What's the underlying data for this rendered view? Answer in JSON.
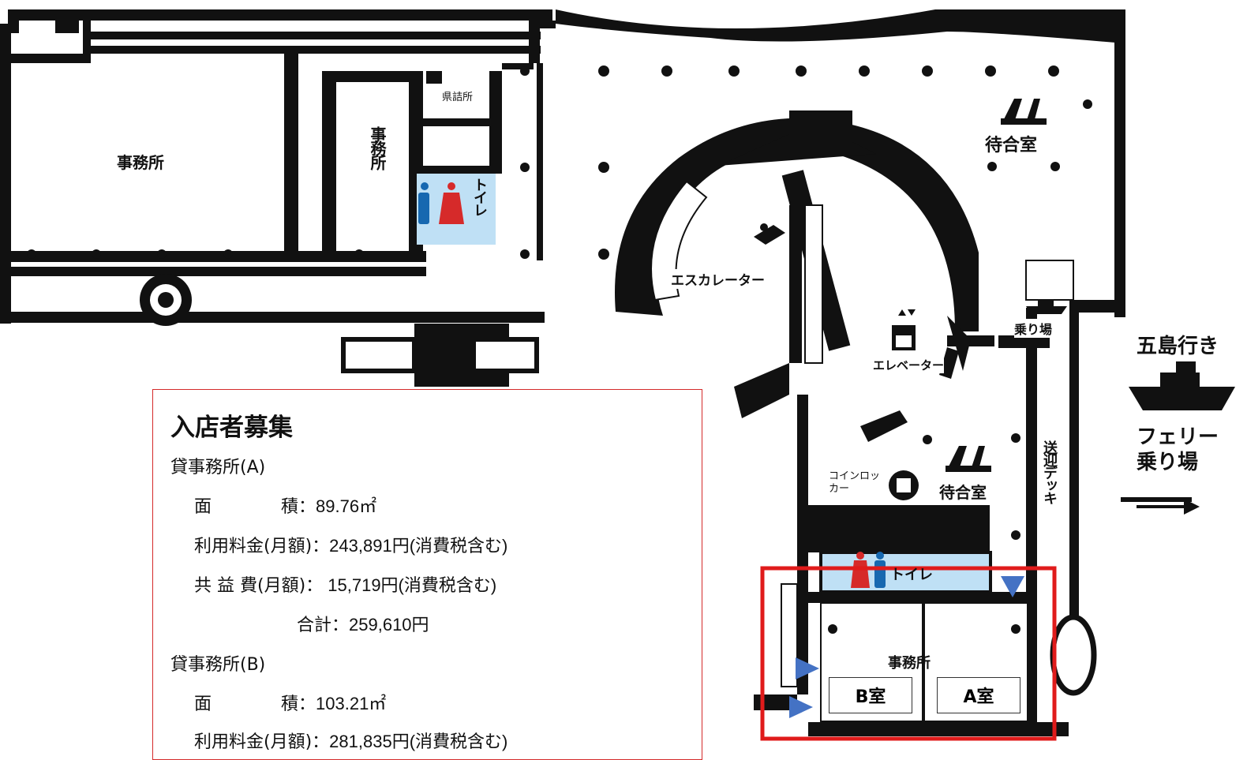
{
  "map_labels": {
    "office_left": "事務所",
    "office_vertical": "事務所",
    "prefecture_office": "県詰所",
    "toilet_upper": "トイレ",
    "escalator": "エスカレーター",
    "elevator": "エレベーター",
    "waiting_room_upper": "待合室",
    "waiting_room_lower": "待合室",
    "boarding_area": "乗り場",
    "goto_bound": "五島行き",
    "ferry_boarding": "フェリー乗り場",
    "transfer_deck": "送迎デッキ",
    "coin_locker": "コインロッカー",
    "toilet_lower": "トイレ",
    "office_lower": "事務所",
    "room_b": "B室",
    "room_a": "A室"
  },
  "recruitment": {
    "title": "入店者募集",
    "office_a": {
      "heading": "貸事務所(A)",
      "area_label": "面　　　　積：",
      "area_value": "89.76㎡",
      "rent_label": "利用料金(月額)：",
      "rent_value": "243,891円(消費税含む)",
      "common_label": "共 益 費(月額)：",
      "common_value": " 15,719円(消費税含む)",
      "total_label": "合計：",
      "total_value": "259,610円"
    },
    "office_b": {
      "heading": "貸事務所(B)",
      "area_label": "面　　　　積：",
      "area_value": "103.21㎡",
      "rent_label": "利用料金(月額)：",
      "rent_value": "281,835円(消費税含む)"
    }
  },
  "colors": {
    "wall": "#111111",
    "toilet_fill": "#bfe0f5",
    "male": "#1768b0",
    "female": "#d62a2a",
    "highlight_red": "#e01b1b",
    "marker_blue": "#4472c4"
  }
}
